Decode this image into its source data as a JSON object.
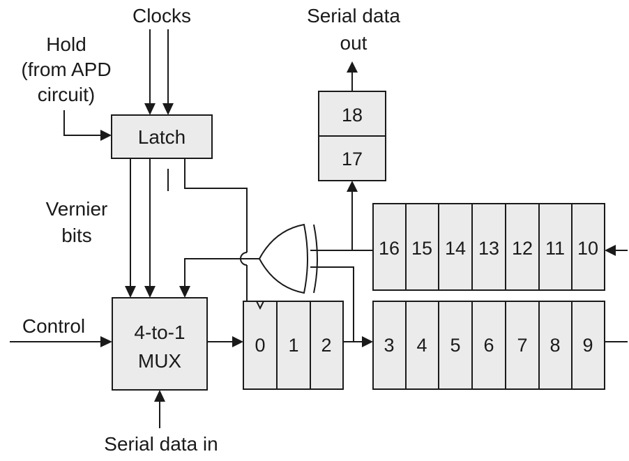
{
  "labels": {
    "clocks": "Clocks",
    "hold": [
      "Hold",
      "(from APD",
      "circuit)"
    ],
    "serial_out": [
      "Serial data",
      "out"
    ],
    "vernier": [
      "Vernier",
      "bits"
    ],
    "control": "Control",
    "serial_in": "Serial data in"
  },
  "blocks": {
    "latch": "Latch",
    "mux": [
      "4-to-1",
      "MUX"
    ]
  },
  "registers": {
    "output_stack": [
      "18",
      "17"
    ],
    "upper_row": [
      "16",
      "15",
      "14",
      "13",
      "12",
      "11",
      "10"
    ],
    "lower_left": [
      "0",
      "1",
      "2"
    ],
    "lower_right": [
      "3",
      "4",
      "5",
      "6",
      "7",
      "8",
      "9"
    ]
  }
}
